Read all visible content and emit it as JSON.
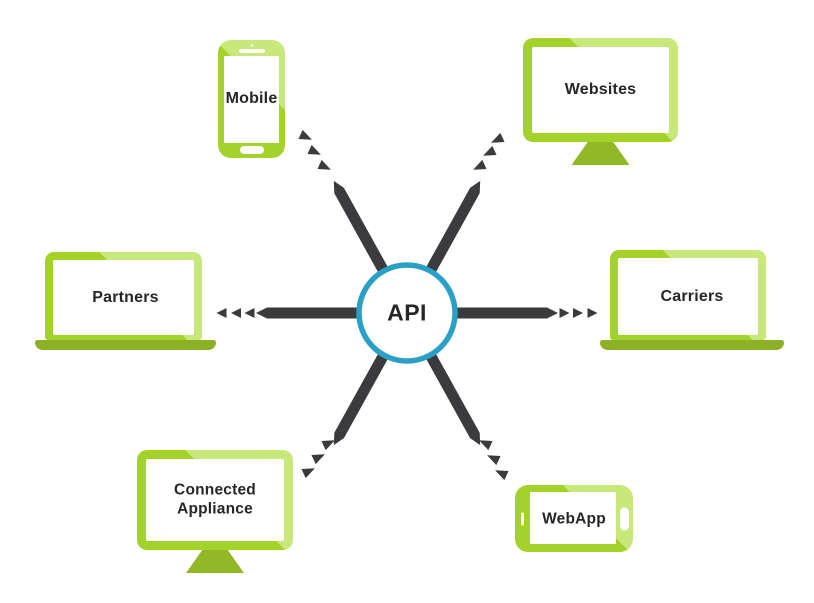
{
  "diagram": {
    "hub": {
      "label": "API"
    },
    "nodes": {
      "mobile": {
        "label": "Mobile",
        "device": "smartphone-portrait"
      },
      "websites": {
        "label": "Websites",
        "device": "desktop-monitor"
      },
      "partners": {
        "label": "Partners",
        "device": "laptop"
      },
      "carriers": {
        "label": "Carriers",
        "device": "laptop"
      },
      "connected_appliance": {
        "label": "Connected Appliance",
        "device": "desktop-monitor"
      },
      "webapp": {
        "label": "WebApp",
        "device": "smartphone-landscape"
      }
    },
    "colors": {
      "device_green": "#a3d22b",
      "device_green_light": "#c9e87c",
      "device_green_dark": "#93b827",
      "laptop_base_green": "#8cb026",
      "connector_dark": "#3b3b3d",
      "hub_ring_teal": "#2aa0c6",
      "label_text": "#262626",
      "background": "#ffffff"
    }
  }
}
